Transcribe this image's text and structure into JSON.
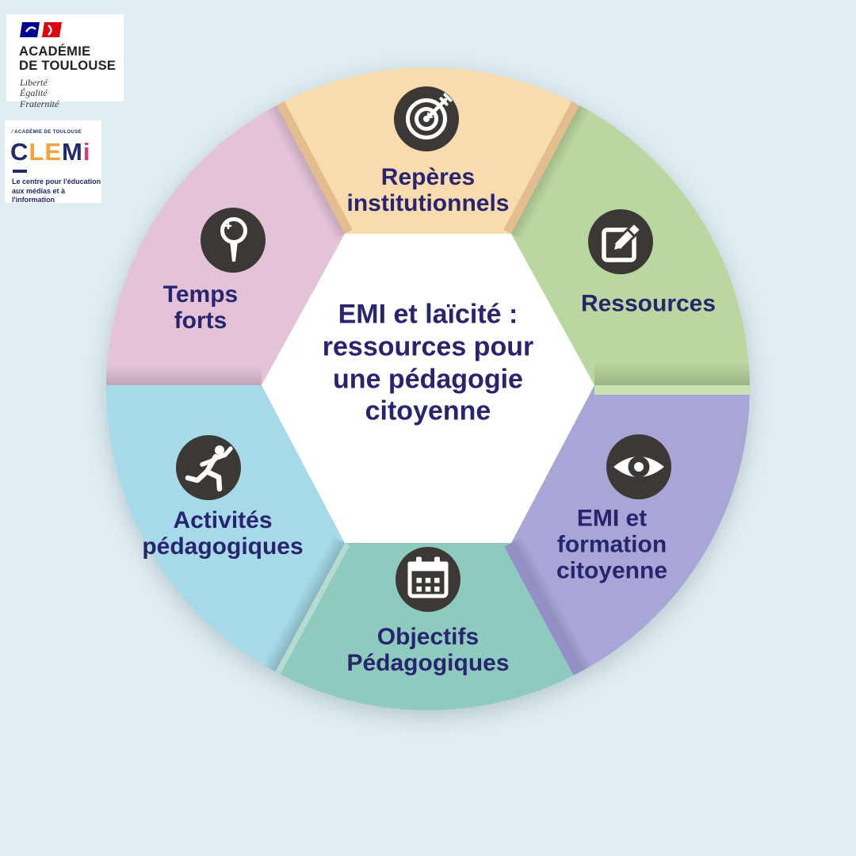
{
  "colors": {
    "background": "#e0edf2",
    "icon_circle": "#3b3835",
    "label_text": "#28246e",
    "center_bg": "#ffffff",
    "flag_blue": "#000091",
    "flag_red": "#e1000f",
    "clemi_navy": "#232a6a",
    "clemi_orange": "#f2a33c",
    "clemi_pink": "#e8356e"
  },
  "logos": {
    "academie": {
      "name": "ACADÉMIE\nDE TOULOUSE",
      "motto": "Liberté\nÉgalité\nFraternité"
    },
    "clemi": {
      "overline": "⁄ ACADÉMIE DE TOULOUSE",
      "letters": [
        {
          "ch": "C",
          "color": "#232a6a"
        },
        {
          "ch": "L",
          "color": "#f2a33c"
        },
        {
          "ch": "E",
          "color": "#f2a33c"
        },
        {
          "ch": "M",
          "color": "#232a6a"
        },
        {
          "ch": "i",
          "color": "#e8356e"
        }
      ],
      "tagline": "Le centre pour l'éducation\naux médias et à l'information"
    }
  },
  "center": {
    "title": "EMI et laïcité :\nressources pour\nune pédagogie\ncitoyenne"
  },
  "segments": [
    {
      "id": "reperes-institutionnels",
      "label": "Repères\ninstitutionnels",
      "color": "#f8dcae",
      "icon": "target-icon",
      "position": "top"
    },
    {
      "id": "ressources",
      "label": "Ressources",
      "color": "#bad79f",
      "icon": "pencil-square-icon",
      "position": "top-right"
    },
    {
      "id": "emi-formation-citoyenne",
      "label": "EMI et\nformation\ncitoyenne",
      "color": "#a8a5d7",
      "icon": "eye-icon",
      "position": "bottom-right"
    },
    {
      "id": "objectifs-pedagogiques",
      "label": "Objectifs\nPédagogiques",
      "color": "#8ecabd",
      "icon": "calendar-icon",
      "position": "bottom"
    },
    {
      "id": "activites-pedagogiques",
      "label": "Activités\npédagogiques",
      "color": "#a6dae8",
      "icon": "runner-icon",
      "position": "bottom-left"
    },
    {
      "id": "temps-forts",
      "label": "Temps\nforts",
      "color": "#e4c3d9",
      "icon": "magnifier-icon",
      "position": "top-left"
    }
  ]
}
